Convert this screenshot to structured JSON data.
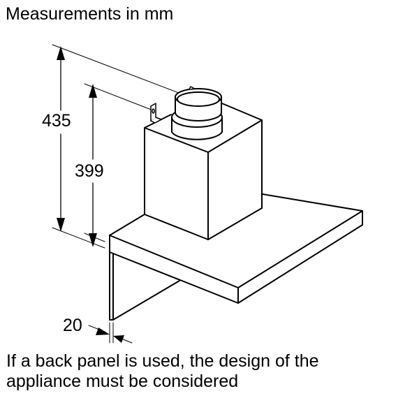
{
  "title": "Measurements in mm",
  "note": {
    "line1": "If a back panel is used, the design of the",
    "line2": "appliance must be considered"
  },
  "dimensions": {
    "total_height": "435",
    "chimney_height": "399",
    "panel_thickness": "20"
  },
  "colors": {
    "line": "#000000",
    "background": "#ffffff"
  }
}
